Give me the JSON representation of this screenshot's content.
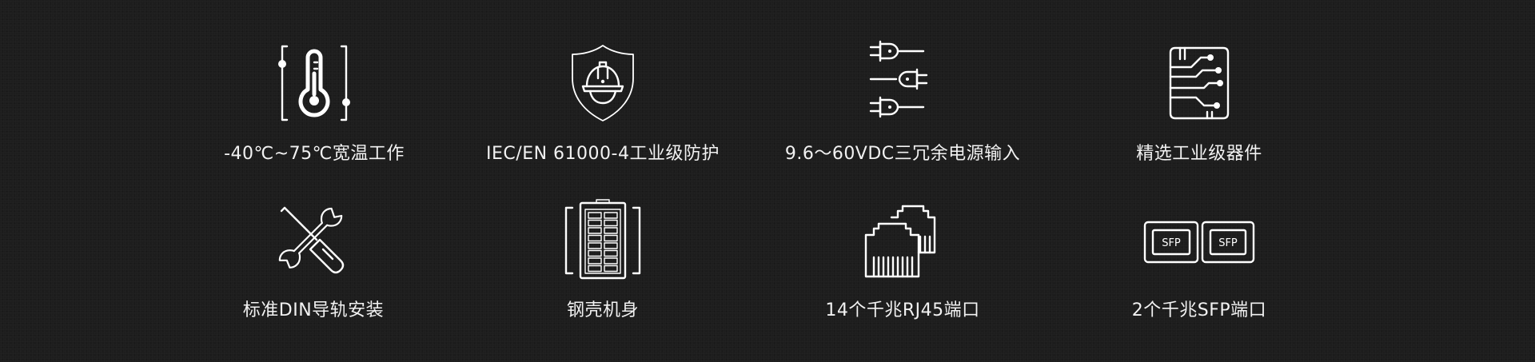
{
  "features": [
    {
      "id": "temp",
      "icon": "thermometer-icon",
      "label": "-40℃~75℃宽温工作"
    },
    {
      "id": "iec",
      "icon": "shield-helmet-icon",
      "label": "IEC/EN 61000-4工业级防护"
    },
    {
      "id": "power",
      "icon": "power-plugs-icon",
      "label": "9.6～60VDC三冗余电源输入"
    },
    {
      "id": "parts",
      "icon": "circuit-chip-icon",
      "label": "精选工业级器件"
    },
    {
      "id": "din",
      "icon": "tools-icon",
      "label": "标准DIN导轨安装"
    },
    {
      "id": "steel",
      "icon": "switch-device-icon",
      "label": "钢壳机身"
    },
    {
      "id": "rj45",
      "icon": "rj45-port-icon",
      "label": "14个千兆RJ45端口"
    },
    {
      "id": "sfp",
      "icon": "sfp-port-icon",
      "label": "2个千兆SFP端口"
    }
  ],
  "sfp_port_text": "SFP",
  "colors": {
    "background": "#1d1d1d",
    "foreground": "#ffffff"
  }
}
